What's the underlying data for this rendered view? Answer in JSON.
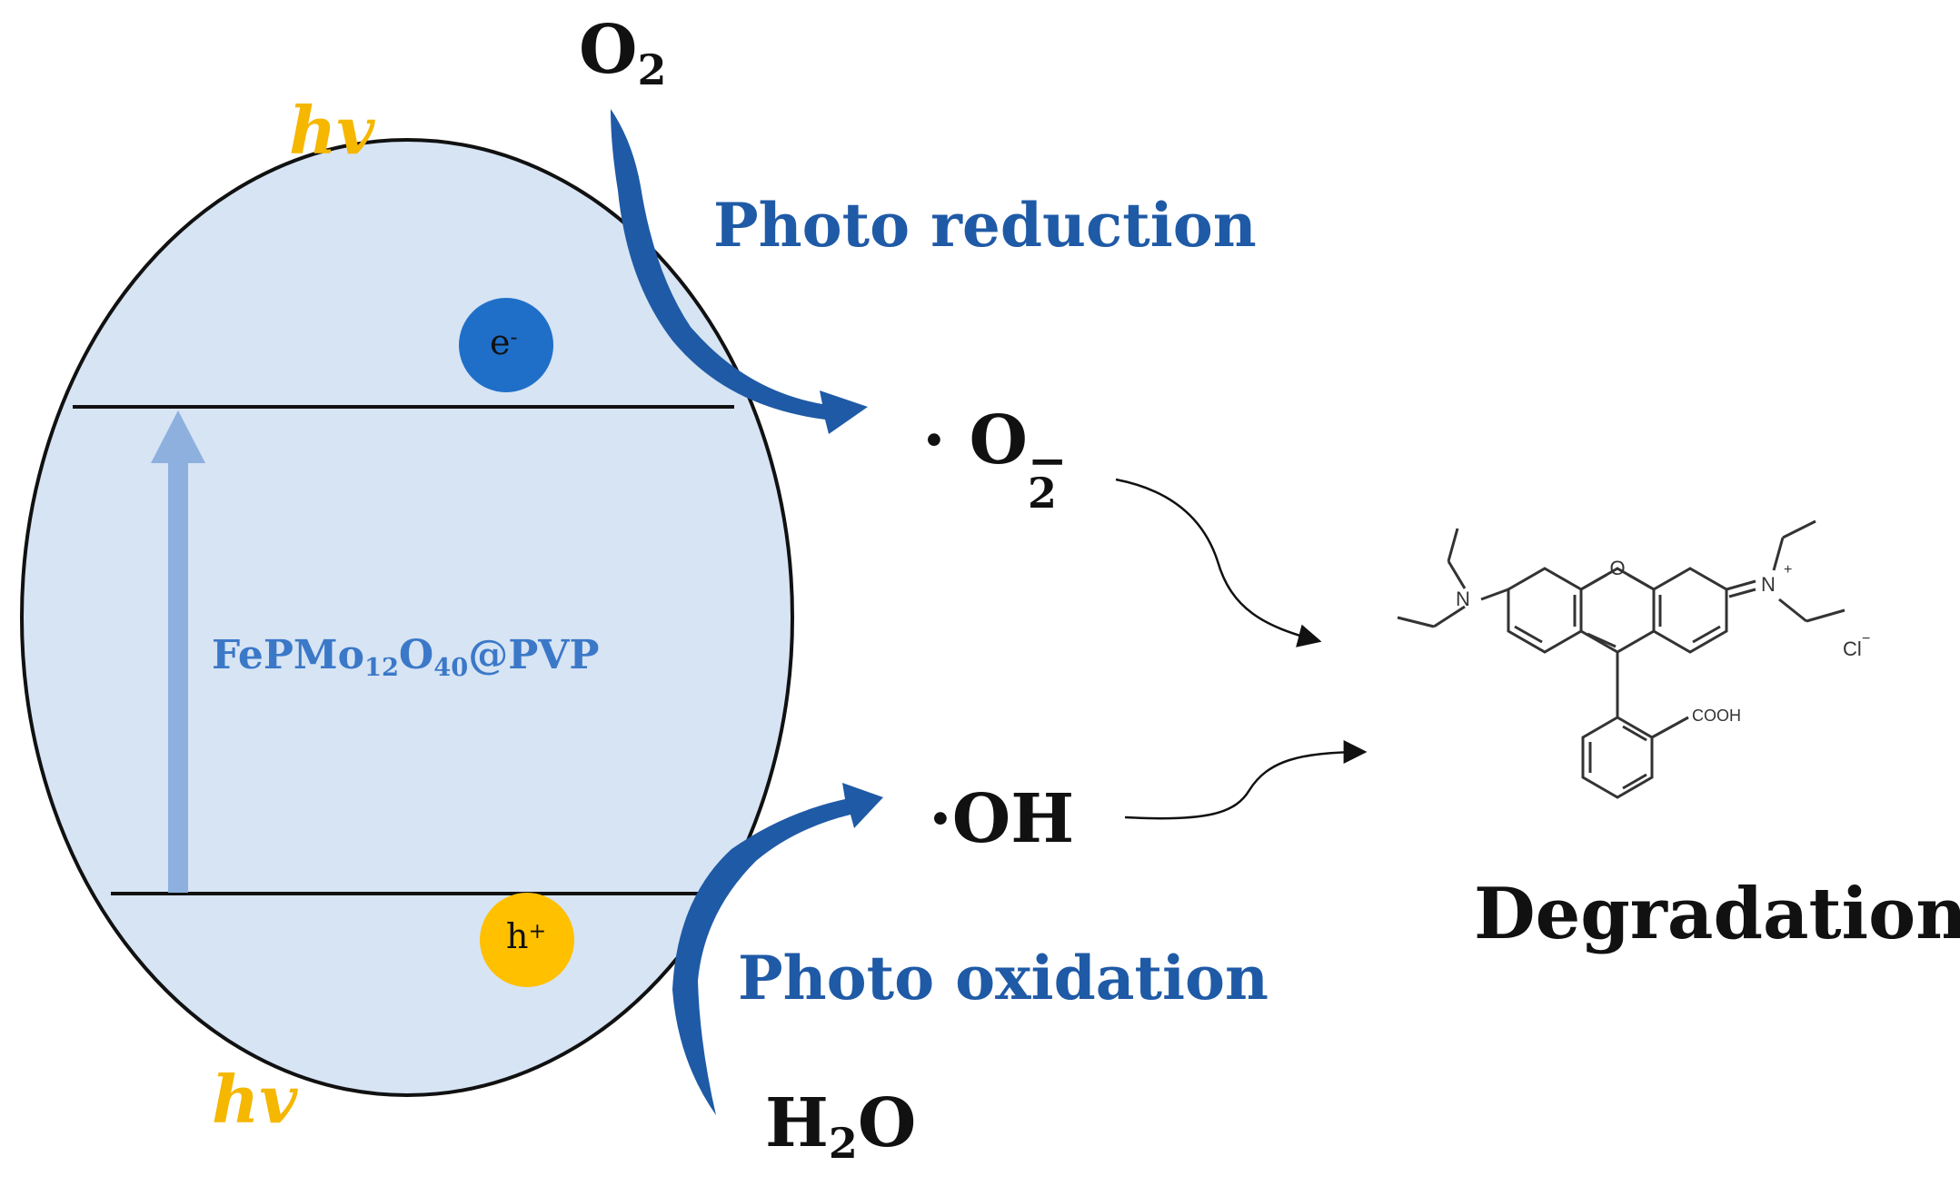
{
  "colors": {
    "ellipse_fill": "#d6e4f4",
    "electron": "#1f6fc9",
    "hole": "#ffc000",
    "curved_arrow": "#1f5aa6",
    "excitation_arrow": "#8db0de",
    "light_label": "#f5b700"
  },
  "labels": {
    "hv_top": "hv",
    "hv_bottom": "hv",
    "o2": {
      "base": "O",
      "sub": "2"
    },
    "photo_reduction": "Photo reduction",
    "superoxide": {
      "dot": "·",
      "base": "O",
      "sub": "2",
      "sup": "−"
    },
    "hydroxyl": "·OH",
    "photo_oxidation": "Photo oxidation",
    "h2o": {
      "a": "H",
      "sub": "2",
      "b": "O"
    },
    "electron": {
      "base": "e",
      "sup": "-"
    },
    "hole": {
      "base": "h",
      "sup": "+"
    },
    "catalyst": {
      "p1": "FePMo",
      "s1": "12",
      "p2": "O",
      "s2": "40",
      "p3": "@PVP"
    },
    "degradation": "Degradation",
    "molecule": {
      "n_left": "N",
      "o_ring": "O",
      "n_right": "N",
      "n_right_charge": "+",
      "chloride": "Cl",
      "chloride_charge": "−",
      "carboxyl": "COOH"
    }
  }
}
